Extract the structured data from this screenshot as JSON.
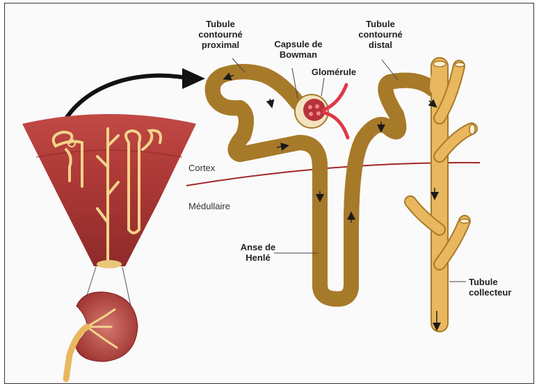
{
  "labels": {
    "tubule_proximal": [
      "Tubule",
      "contourné",
      "proximal"
    ],
    "capsule": [
      "Capsule de",
      "Bowman"
    ],
    "glomerule": "Glomérule",
    "tubule_distal": [
      "Tubule",
      "contourné",
      "distal"
    ],
    "cortex": "Cortex",
    "medullaire": "Médullaire",
    "anse": [
      "Anse de",
      "Henlé"
    ],
    "tubule_collecteur": [
      "Tubule",
      "collecteur"
    ]
  },
  "colors": {
    "tubule": "#e8b75e",
    "tubule_dark": "#a77a2a",
    "cortex": "#b7443e",
    "medulla": "#9e2f2c",
    "vessel": "#e0384a",
    "boundary": "#a0262a"
  }
}
